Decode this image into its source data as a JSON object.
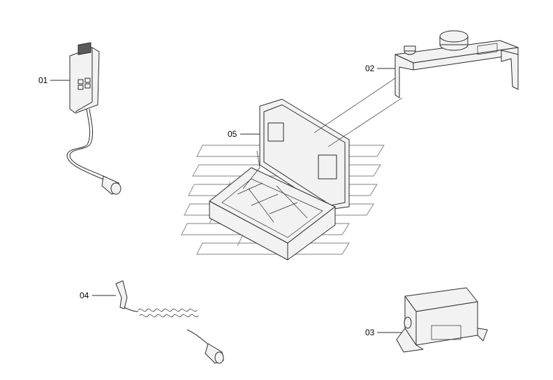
{
  "callouts": [
    {
      "id": "01",
      "label": "01"
    },
    {
      "id": "02",
      "label": "02"
    },
    {
      "id": "03",
      "label": "03"
    },
    {
      "id": "04",
      "label": "04"
    },
    {
      "id": "05",
      "label": "05"
    }
  ],
  "colors": {
    "line": "#2b2b2b",
    "fill": "#f2f2f2",
    "watermark": "#9a9a9a"
  }
}
